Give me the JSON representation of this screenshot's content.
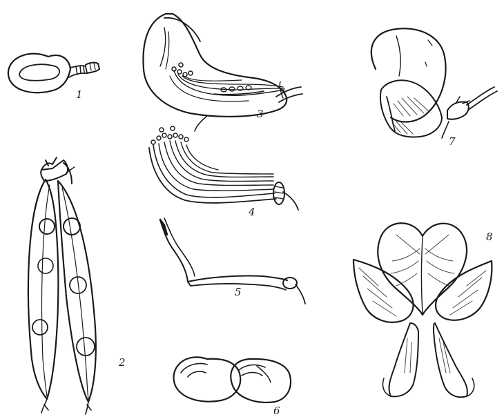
{
  "figures": [
    {
      "id": "fig1",
      "number": "1",
      "subject": "pistil-ovary"
    },
    {
      "id": "fig2",
      "number": "2",
      "subject": "opened-pod-with-seeds"
    },
    {
      "id": "fig3",
      "number": "3",
      "subject": "keel-section-stamens"
    },
    {
      "id": "fig4",
      "number": "4",
      "subject": "stamen-column"
    },
    {
      "id": "fig5",
      "number": "5",
      "subject": "style-and-stigma"
    },
    {
      "id": "fig6",
      "number": "6",
      "subject": "seeds-pair"
    },
    {
      "id": "fig7",
      "number": "7",
      "subject": "whole-flower-side-view"
    },
    {
      "id": "fig8",
      "number": "8",
      "subject": "flower-dissected-front"
    }
  ],
  "colors": {
    "ink": "#1a1a1a",
    "paper": "#ffffff"
  }
}
